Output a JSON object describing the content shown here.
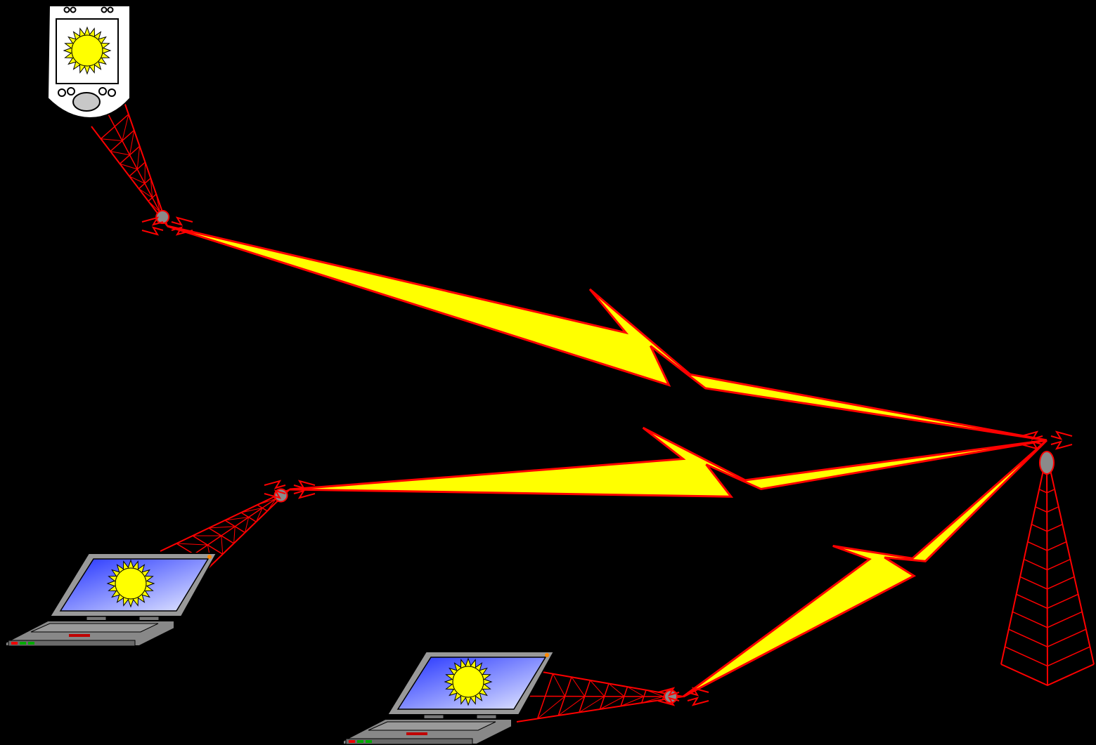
{
  "diagram": {
    "background": "#000000",
    "colors": {
      "tower": "#ff0000",
      "bolt_fill": "#ffff00",
      "bolt_edge": "#ff0000",
      "sun": "#ffff00",
      "screen": "#4060ff",
      "device_body": "#999999",
      "pda_body": "#ffffff"
    },
    "nodes": [
      {
        "id": "pda",
        "kind": "pda",
        "icon": "pda-icon"
      },
      {
        "id": "laptop-left",
        "kind": "laptop",
        "icon": "laptop-icon"
      },
      {
        "id": "laptop-bottom",
        "kind": "laptop",
        "icon": "laptop-icon"
      },
      {
        "id": "base-station",
        "kind": "tower",
        "icon": "radio-tower-icon"
      }
    ],
    "links": [
      {
        "from": "pda",
        "to": "base-station",
        "icon": "lightning-bolt-icon"
      },
      {
        "from": "laptop-left",
        "to": "base-station",
        "icon": "lightning-bolt-icon"
      },
      {
        "from": "laptop-bottom",
        "to": "base-station",
        "icon": "lightning-bolt-icon"
      }
    ]
  }
}
